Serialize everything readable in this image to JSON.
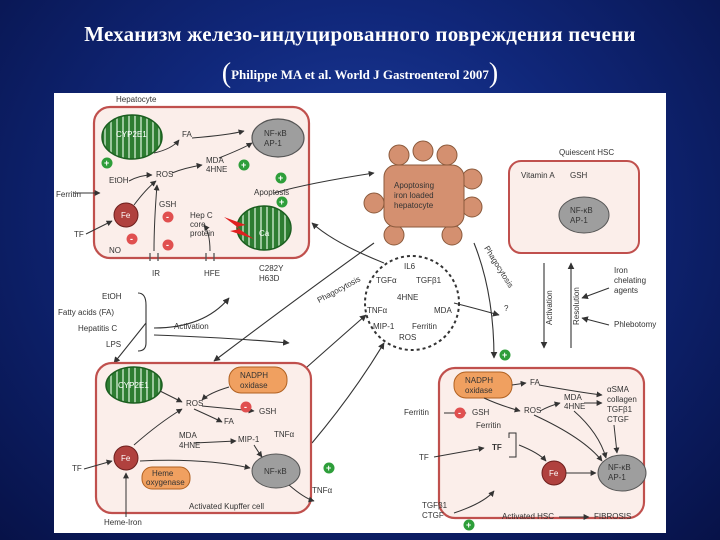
{
  "title": "Механизм железо-индуцированного повреждения печени",
  "citation": {
    "open": "(",
    "text": "Philippe MA et al. World J Gastroenterol 2007",
    "close": ")"
  },
  "colors": {
    "background": "#10277a",
    "panel": "#ffffff",
    "cell_border": "#c0504d",
    "cell_fill": "#fbeeea",
    "mito_fill": "#2e7d32",
    "nucleus_fill": "#9e9e9e",
    "fe_fill": "#b0413e",
    "nadph_fill": "#f0a060",
    "apoptotic_fill": "#d49070",
    "plus_fill": "#2e9e3a",
    "minus_fill": "#e05050",
    "bolt_fill": "#e02020"
  },
  "diagram": {
    "hepatocyte": {
      "label": "Hepatocyte",
      "cyp": "CYP2E1",
      "nfkb_1": "NF-κB",
      "nfkb_2": "AP-1",
      "fa": "FA",
      "mda": "MDA",
      "hne": "4HNE",
      "ros": "ROS",
      "etoh": "EtOH",
      "gsh": "GSH",
      "fe": "Fe",
      "no": "NO",
      "ferritin": "Ferritin",
      "tf": "TF",
      "hepc_1": "Hep C",
      "hepc_2": "core",
      "hepc_3": "protein",
      "ca": "Ca",
      "apoptosis": "Apoptosis",
      "ir": "IR",
      "hfe": "HFE",
      "c282y": "C282Y",
      "h63d": "H63D"
    },
    "apoptotic": {
      "line1": "Apoptosing",
      "line2": "iron loaded",
      "line3": "hepatocyte"
    },
    "quiescent": {
      "label": "Quiescent HSC",
      "vitamin_a": "Vitamin A",
      "gsh": "GSH",
      "nfkb_1": "NF-κB",
      "nfkb_2": "AP-1"
    },
    "mediators": {
      "il6": "IL6",
      "tgfa": "TGFα",
      "tgfb": "TGFβ1",
      "hne": "4HNE",
      "tnfa": "TNFα",
      "mda": "MDA",
      "mip": "MIP-1",
      "ferritin": "Ferritin",
      "ros": "ROS"
    },
    "phagocytosis_1": "Phagocytosis",
    "phagocytosis_2": "Phagocytosis",
    "question": "?",
    "activation_v": "Activation",
    "resolution": "Resolution",
    "iron_chelating_1": "Iron",
    "iron_chelating_2": "chelating",
    "iron_chelating_3": "agents",
    "phlebotomy": "Phlebotomy",
    "factors": {
      "etoh": "EtOH",
      "fa": "Fatty acids (FA)",
      "hepc": "Hepatitis C",
      "lps": "LPS"
    },
    "activation_h": "Activation",
    "kupffer": {
      "label": "Activated Kupffer cell",
      "cyp": "CYP2E1",
      "nadph_1": "NADPH",
      "nadph_2": "oxidase",
      "ros": "ROS",
      "gsh": "GSH",
      "fa": "FA",
      "mda": "MDA",
      "hne": "4HNE",
      "mip": "MIP-1",
      "tnfa": "TNFα",
      "fe": "Fe",
      "heme_1": "Heme",
      "heme_2": "oxygenase",
      "nfkb": "NF-κB",
      "tf": "TF",
      "heme_iron": "Heme-Iron",
      "tnfa_out": "TNFα"
    },
    "hsc": {
      "label": "Activated HSC",
      "nadph_1": "NADPH",
      "nadph_2": "oxidase",
      "fa": "FA",
      "mda": "MDA",
      "hne": "4HNE",
      "asma_1": "αSMA",
      "asma_2": "collagen",
      "asma_3": "TGFβ1",
      "asma_4": "CTGF",
      "ferritin_out": "Ferritin",
      "gsh": "GSH",
      "ferritin_in": "Ferritin",
      "ros": "ROS",
      "tf_out": "TF",
      "tf_in": "TF",
      "fe": "Fe",
      "nfkb_1": "NF-κB",
      "nfkb_2": "AP-1",
      "tgf_1": "TGFβ1",
      "tgf_2": "CTGF",
      "fibrosis": "FIBROSIS"
    }
  }
}
